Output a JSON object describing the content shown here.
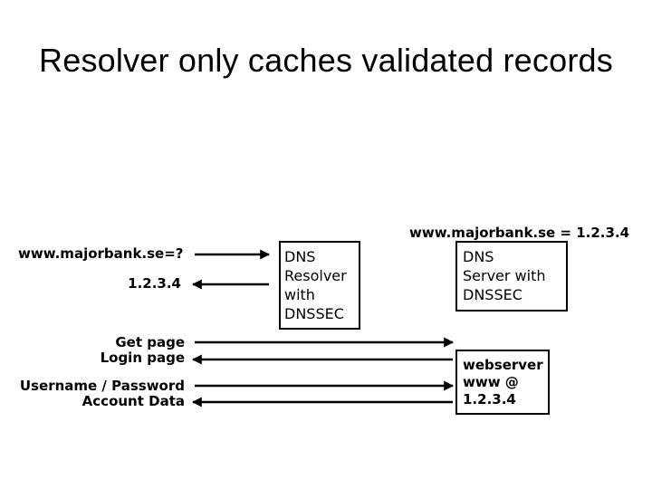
{
  "title": "Resolver only caches validated records",
  "left_labels": {
    "query": "www.majorbank.se=?",
    "answer": "1.2.3.4",
    "get_page": "Get page",
    "login_page": "Login page",
    "username_password": "Username / Password",
    "account_data": "Account Data"
  },
  "dns_resolver": {
    "lines": [
      "DNS",
      "Resolver",
      "with",
      "DNSSEC"
    ]
  },
  "dns_server": {
    "top_label": "www.majorbank.se = 1.2.3.4",
    "lines": [
      "DNS",
      "Server with",
      "DNSSEC"
    ]
  },
  "webserver": {
    "lines": [
      "webserver",
      "www @",
      "1.2.3.4"
    ]
  },
  "colors": {
    "line": "#000000",
    "background": "#ffffff"
  }
}
